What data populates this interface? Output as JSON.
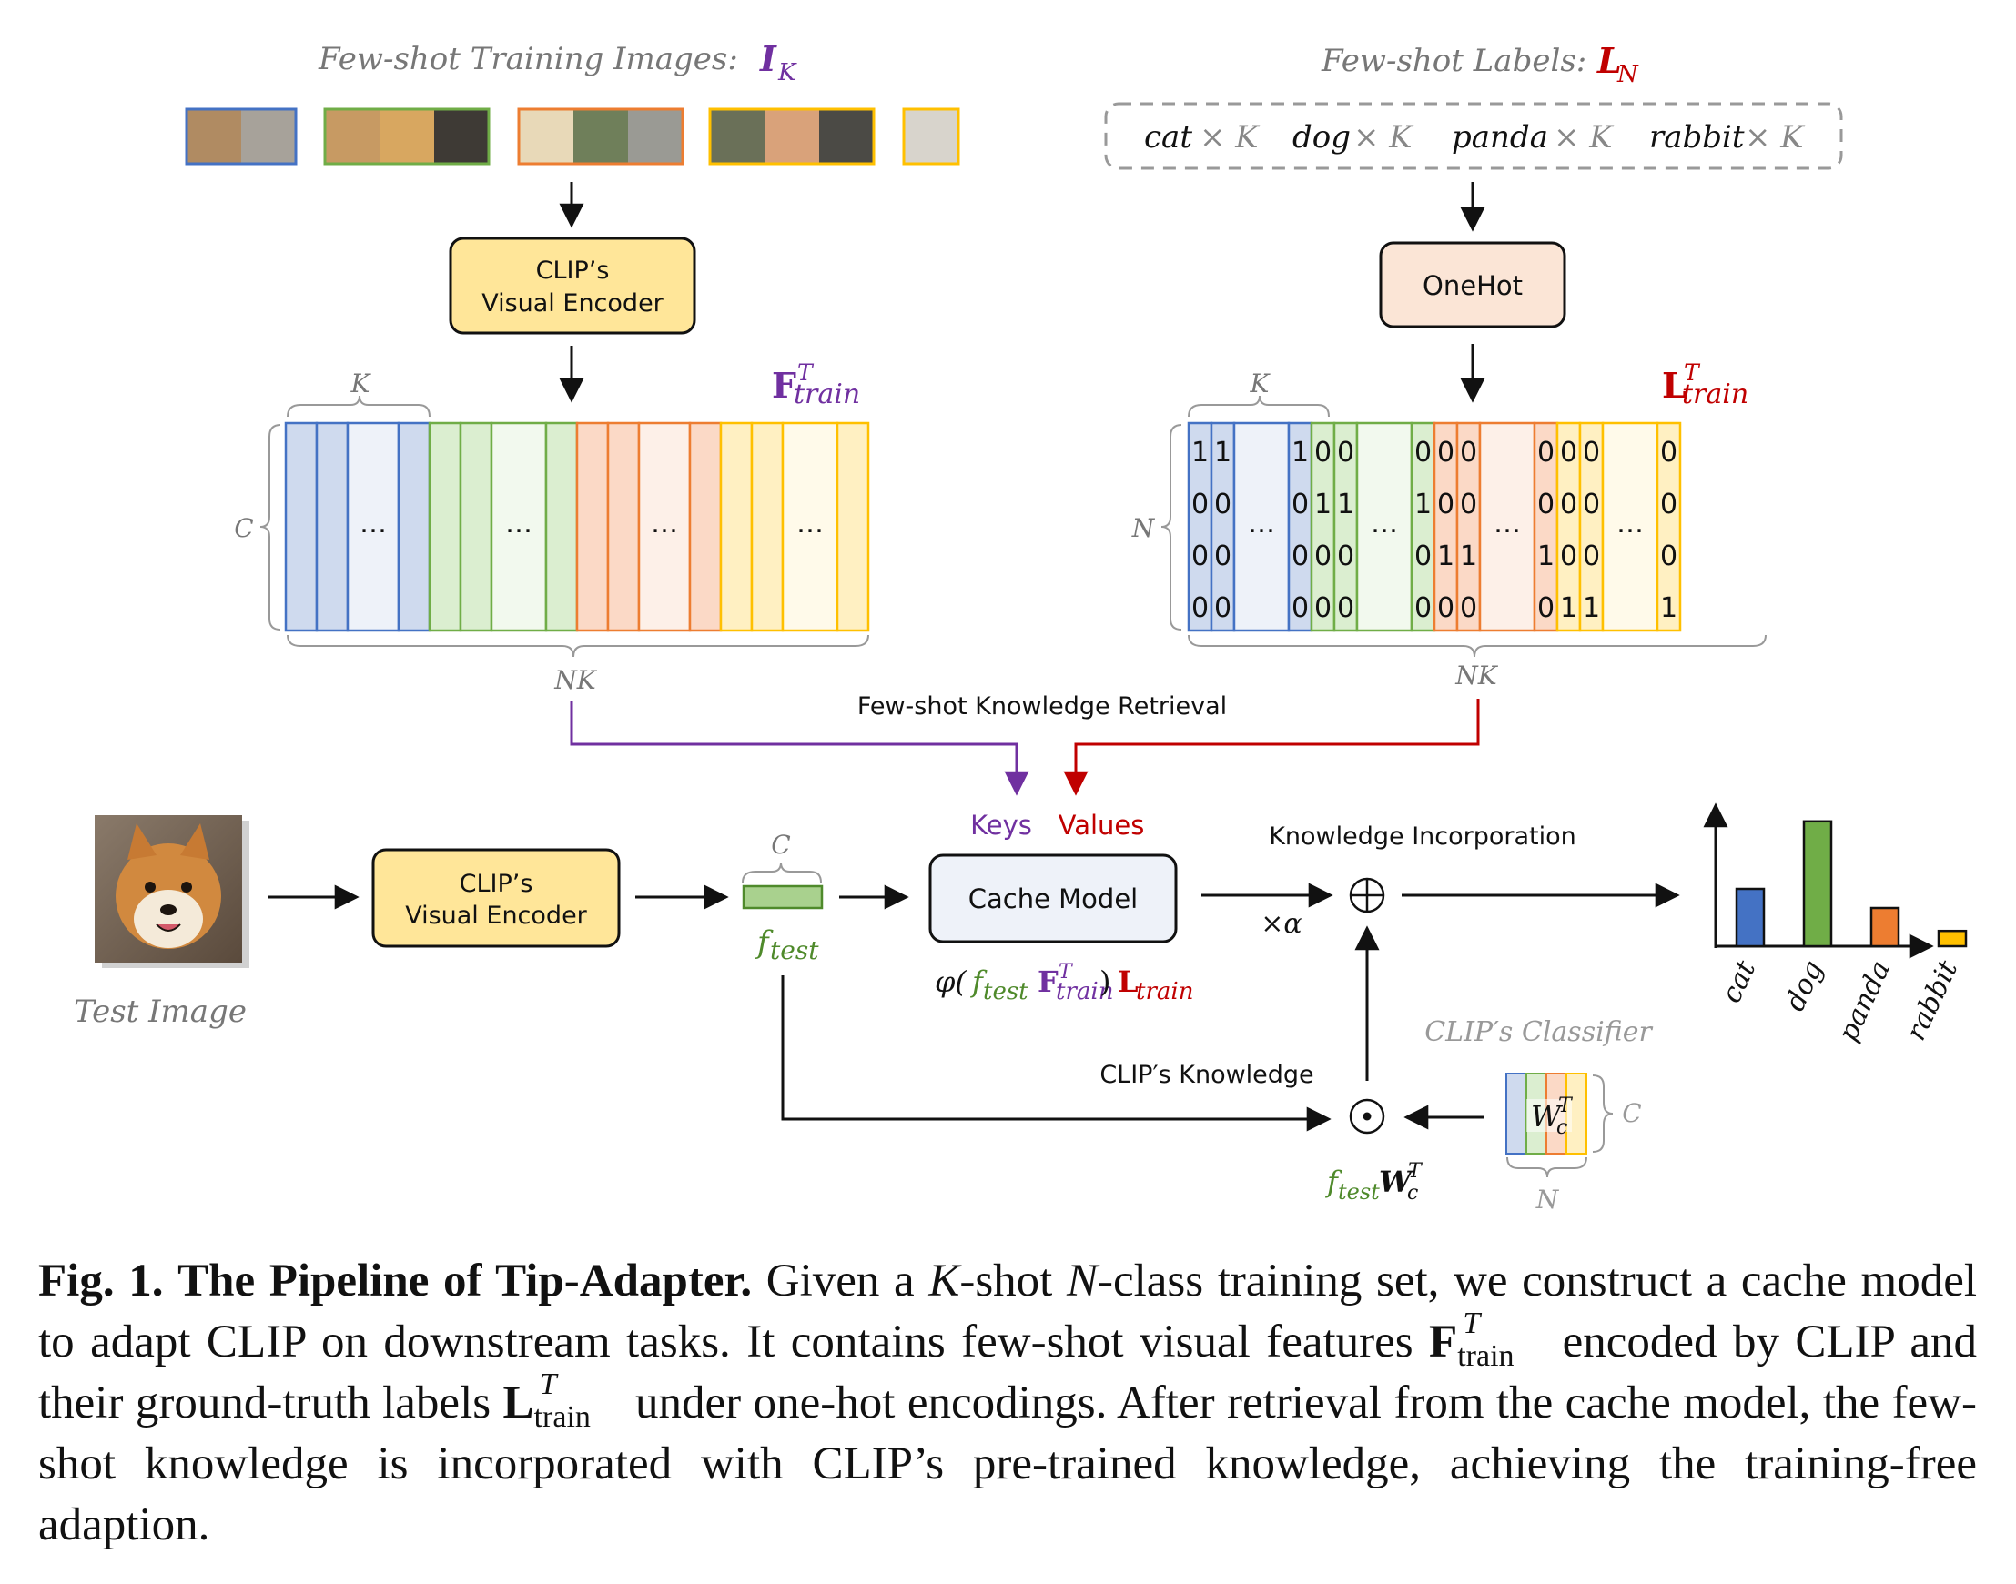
{
  "top_left": {
    "title": "Few-shot Training Images:",
    "symbol": "I",
    "symbol_sub": "K",
    "encoder_line1": "CLIP’s",
    "encoder_line2": "Visual Encoder",
    "features_symbol": "F",
    "features_sup": "T",
    "features_sub": "train",
    "k_label": "K",
    "c_label": "C",
    "nk_label": "NK",
    "dots": "…"
  },
  "top_right": {
    "title": "Few-shot Labels:",
    "symbol": "L",
    "symbol_sub": "N",
    "labels": [
      {
        "name": "cat",
        "times": "× K"
      },
      {
        "name": "dog",
        "times": "× K"
      },
      {
        "name": "panda",
        "times": "× K"
      },
      {
        "name": "rabbit",
        "times": "× K"
      }
    ],
    "onehot_label": "OneHot",
    "labels_symbol": "L",
    "labels_sup": "T",
    "labels_sub": "train",
    "k_label": "K",
    "n_label": "N",
    "nk_label": "NK",
    "onehot_matrix": {
      "columns": [
        {
          "group": "cat",
          "bits": [
            "1",
            "0",
            "0",
            "0"
          ]
        },
        {
          "group": "cat",
          "bits": [
            "1",
            "0",
            "0",
            "0"
          ]
        },
        {
          "group": "cat",
          "dots": true
        },
        {
          "group": "cat",
          "bits": [
            "1",
            "0",
            "0",
            "0"
          ]
        },
        {
          "group": "dog",
          "bits": [
            "0",
            "1",
            "0",
            "0"
          ]
        },
        {
          "group": "dog",
          "bits": [
            "0",
            "1",
            "0",
            "0"
          ]
        },
        {
          "group": "dog",
          "dots": true
        },
        {
          "group": "dog",
          "bits": [
            "0",
            "1",
            "0",
            "0"
          ]
        },
        {
          "group": "panda",
          "bits": [
            "0",
            "0",
            "1",
            "0"
          ]
        },
        {
          "group": "panda",
          "bits": [
            "0",
            "0",
            "1",
            "0"
          ]
        },
        {
          "group": "panda",
          "dots": true
        },
        {
          "group": "panda",
          "bits": [
            "0",
            "0",
            "1",
            "0"
          ]
        },
        {
          "group": "rabbit",
          "bits": [
            "0",
            "0",
            "0",
            "1"
          ]
        },
        {
          "group": "rabbit",
          "bits": [
            "0",
            "0",
            "0",
            "1"
          ]
        },
        {
          "group": "rabbit",
          "dots": true
        },
        {
          "group": "rabbit",
          "bits": [
            "0",
            "0",
            "0",
            "1"
          ]
        }
      ]
    }
  },
  "retrieval_label": "Few-shot  Knowledge Retrieval",
  "bottom": {
    "test_image_label": "Test Image",
    "encoder_line1": "CLIP’s",
    "encoder_line2": "Visual Encoder",
    "ftest_c_label": "C",
    "ftest_label": "f",
    "ftest_sub": "test",
    "keys_label": "Keys",
    "values_label": "Values",
    "cache_model_label": "Cache Model",
    "cache_formula": {
      "phi": "φ(",
      "f": "f",
      "f_sub": "test",
      "F": "F",
      "F_sup": "T",
      "F_sub": "train",
      "close": ")",
      "L": "L",
      "L_sub": "train"
    },
    "alpha_label": "×α",
    "incorporation_label": "Knowledge Incorporation",
    "plus_symbol": "⊕",
    "dot_symbol": "⊙",
    "clip_knowledge_label": "CLIP′s  Knowledge",
    "classifier_label": "CLIP′s Classifier",
    "wc_label": "W",
    "wc_sub": "c",
    "wc_sup": "T",
    "wc_c_label": "C",
    "wc_n_label": "N",
    "product_f": "f",
    "product_f_sub": "test",
    "product_w": "W",
    "product_w_sub": "c",
    "product_w_sup": "T"
  },
  "chart_data": {
    "type": "bar",
    "categories": [
      "cat",
      "dog",
      "panda",
      "rabbit"
    ],
    "values": [
      0.45,
      0.98,
      0.3,
      0.12
    ],
    "colors": [
      "#4472c4",
      "#70ad47",
      "#ed7d31",
      "#ffc000"
    ],
    "ylim": [
      0,
      1
    ],
    "title": "",
    "xlabel": "",
    "ylabel": ""
  },
  "caption": {
    "fig_label": "Fig. 1.",
    "fig_title": "The Pipeline of Tip-Adapter.",
    "t1": "Given a",
    "K": "K",
    "t2": "-shot",
    "N": "N",
    "t3": "-class training set, we construct a cache model to adapt CLIP on downstream tasks. It contains few-shot visual features",
    "F": "F",
    "F_sup": "T",
    "F_sub": "train",
    "t4": "encoded by CLIP and their ground-truth labels",
    "L": "L",
    "L_sup": "T",
    "L_sub": "train",
    "t5": "under one-hot encodings. After retrieval from the cache model, the few-shot knowledge is incorporated with CLIP’s pre-trained knowledge, achieving the training-free adaption."
  },
  "colors": {
    "blue": "#4472c4",
    "green": "#70ad47",
    "orange": "#ed7d31",
    "yellow": "#ffc000",
    "purple": "#7030a0",
    "red": "#c00000",
    "encoder_fill": "#ffe699",
    "onehot_fill": "#fbe5d6"
  }
}
